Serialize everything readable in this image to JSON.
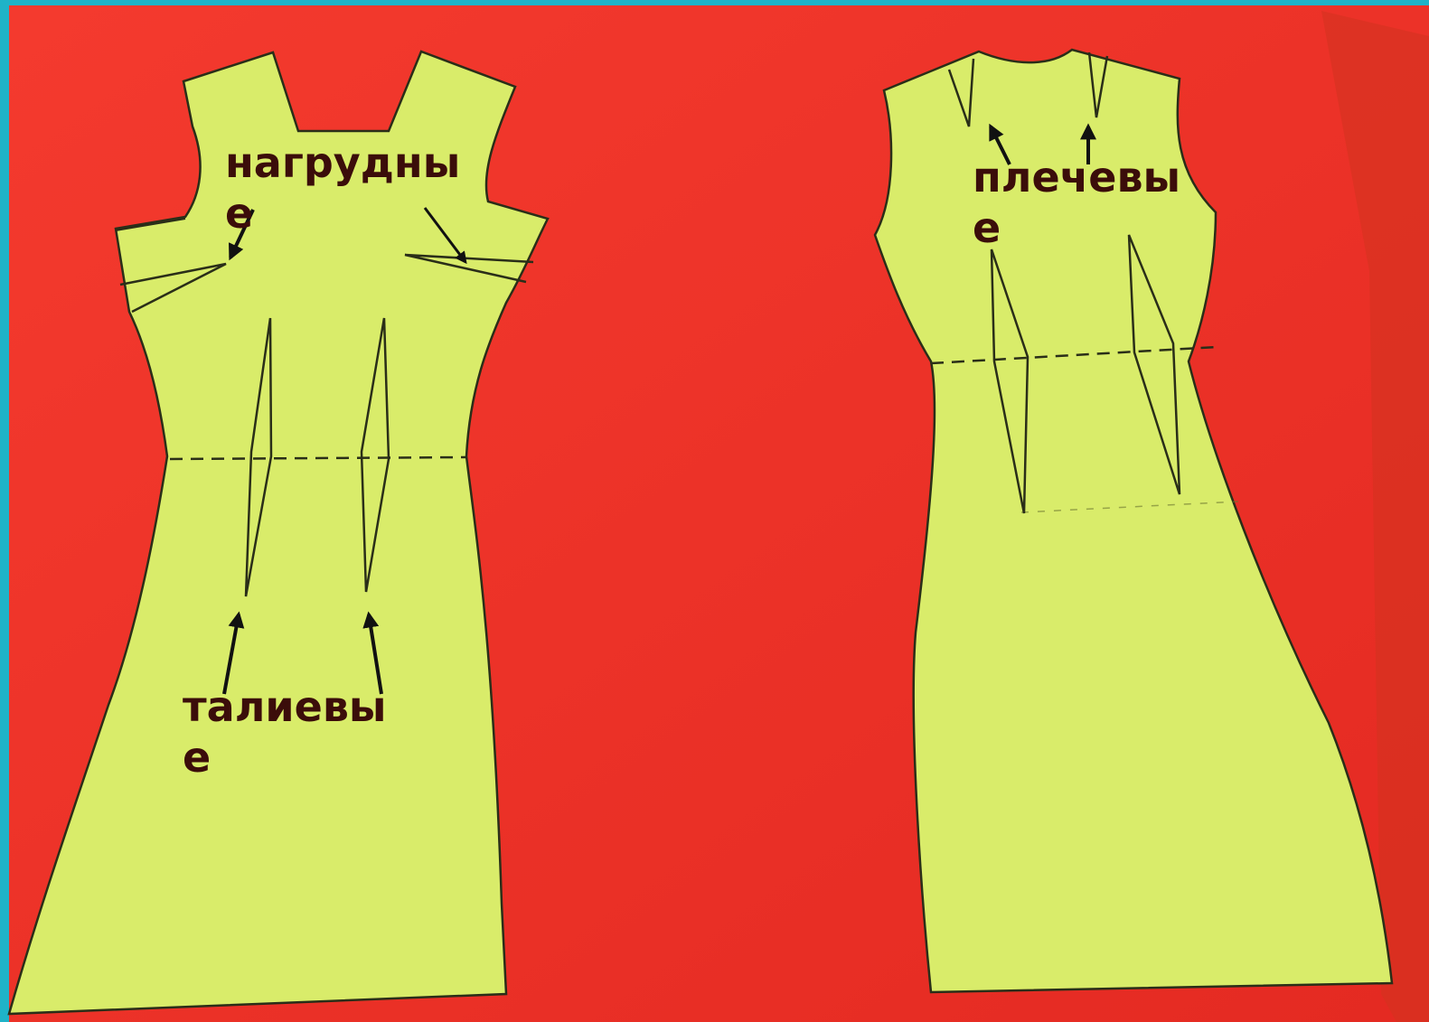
{
  "labels": {
    "bust": {
      "line1": "нагрудны",
      "line2": "е"
    },
    "shoulder": {
      "line1": "плечевы",
      "line2": "е"
    },
    "waist": {
      "line1": "талиевы",
      "line2": "е"
    }
  },
  "colors": {
    "frame": "#1fb3c8",
    "board": "#f2342a",
    "paper": "#d9ec6a",
    "pencil": "#2a2e18",
    "label": "#3b0d0a",
    "arrow": "#111111"
  }
}
